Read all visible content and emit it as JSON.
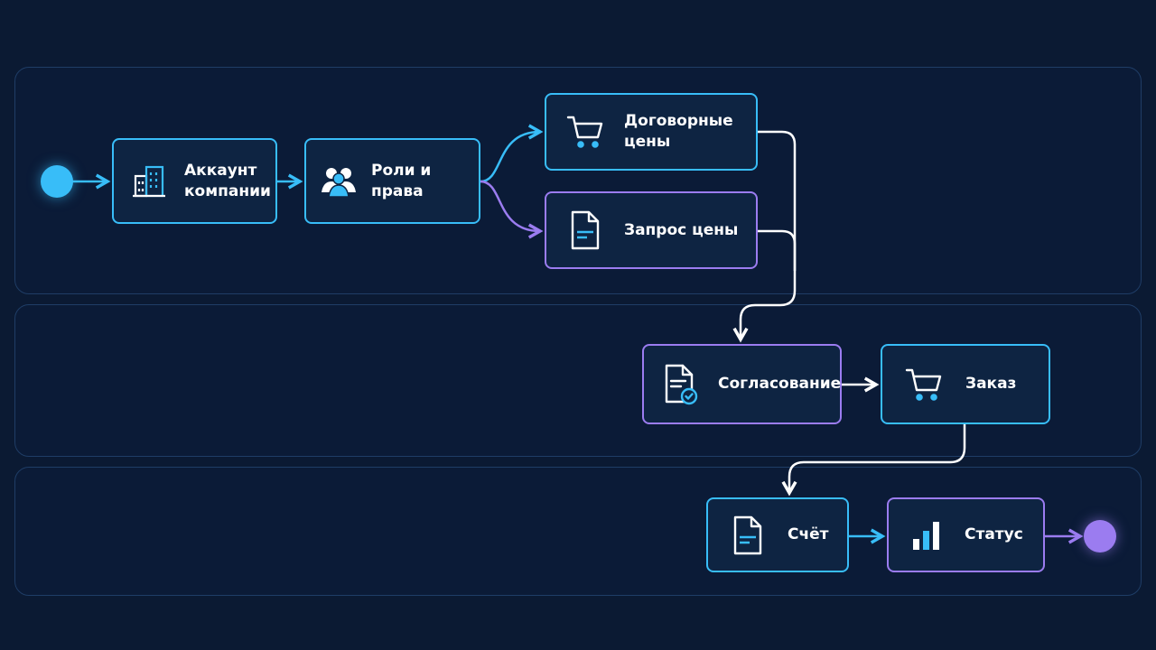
{
  "colors": {
    "background": "#0b1a33",
    "cyan": "#38bdf8",
    "purple": "#9b7cf0",
    "white": "#ffffff",
    "lane_border": "#1f3d66"
  },
  "nodes": {
    "account": {
      "label": "Аккаунт\nкомпании",
      "icon": "building-icon"
    },
    "roles": {
      "label": "Роли и права",
      "icon": "users-icon"
    },
    "contract_prices": {
      "label": "Договорные\nцены",
      "icon": "cart-icon"
    },
    "price_request": {
      "label": "Запрос цены",
      "icon": "document-icon"
    },
    "approval": {
      "label": "Согласование",
      "icon": "document-check-icon"
    },
    "order": {
      "label": "Заказ",
      "icon": "cart-icon"
    },
    "invoice": {
      "label": "Счёт",
      "icon": "document-icon"
    },
    "status": {
      "label": "Статус",
      "icon": "bar-chart-icon"
    }
  }
}
